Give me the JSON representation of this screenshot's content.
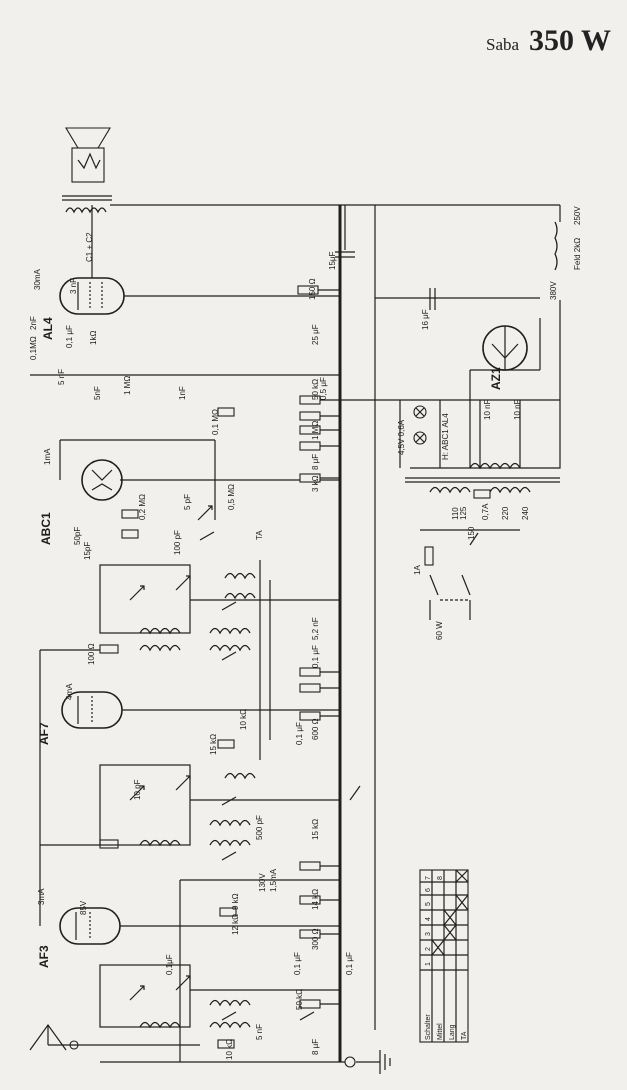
{
  "header": {
    "maker": "Saba",
    "model": "350 W"
  },
  "tubes": {
    "af3": "AF3",
    "af7": "AF7",
    "abc1": "ABC1",
    "al4": "AL4",
    "az1": "AZ1"
  },
  "currents": {
    "i30": "30mA",
    "i1": "1mA",
    "i4": "4mA",
    "i3": "3mA",
    "i15": "1,5mA",
    "v130": "130V",
    "v85": "85V"
  },
  "values": {
    "c16": "16 μF",
    "c15": "15μF",
    "r150": "150 Ω",
    "c25": "25 μF",
    "c3n": "3 nF",
    "c2n": "2nF",
    "r01": "0,1MΩ",
    "c01": "0,1 μF",
    "r1k": "1kΩ",
    "c5n": "5 nF",
    "c5n2": "5nF",
    "r1m": "1 MΩ",
    "c1n": "1nF",
    "r01m": "0,1 MΩ",
    "r50": "50 kΩ",
    "c05": "0,5 μF",
    "r1m2": "1 MΩ",
    "c8": "8 μF",
    "r3k": "3 kΩ",
    "c50p": "50pF",
    "r02": "0,2 MΩ",
    "c5p": "5 pF",
    "r05": "0,5 MΩ",
    "c15p": "15pF",
    "c100p": "100 pF",
    "r100": "100 Ω",
    "c5_2": "5,2 nF",
    "c01u": "0,1 μF",
    "r15": "15 kΩ",
    "r10": "10 kΩ",
    "c01b": "0,1 μF",
    "r600": "600 Ω",
    "c10p": "10 pF",
    "c500": "500 pF",
    "r15k": "15 kΩ",
    "r9": "9 kΩ",
    "r12": "12 kΩ",
    "r14": "14 kΩ",
    "r300": "300 Ω",
    "c01c": "0,1 μF",
    "c01d": "0,1 μF",
    "c01e": "0,1μF",
    "r50b": "50 kΩ",
    "r10b": "10 kΩ",
    "c5n3": "5 nF",
    "c8b": "8 μF",
    "c10n": "10 nF",
    "c10n2": "10 nF",
    "field": "Feld 2kΩ",
    "v250": "250V",
    "v380": "380V",
    "lamps": "4,5V 0,6A",
    "heater": "H: ABC1 AL4",
    "fuse": "1A",
    "power": "60 W",
    "fuse2": "0,7A",
    "taps": [
      "110",
      "125",
      "150",
      "220",
      "240"
    ],
    "ta": "TA",
    "c1": "C1 + C2"
  },
  "switch_table": {
    "rows": [
      "Schalter",
      "Mittel",
      "Lang",
      "TA"
    ],
    "cols": [
      "1",
      "2",
      "3",
      "4",
      "5",
      "6",
      "7",
      "8"
    ]
  }
}
